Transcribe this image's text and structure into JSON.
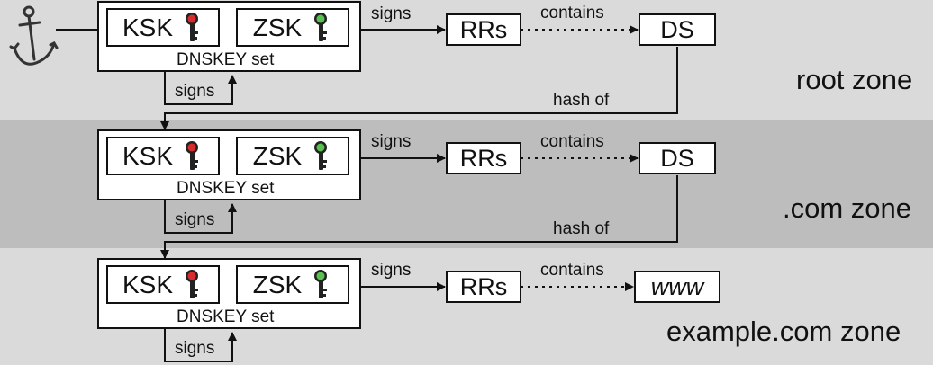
{
  "zones": [
    {
      "id": "root",
      "label": "root zone",
      "ksk_label": "KSK",
      "zsk_label": "ZSK",
      "set_label": "DNSKEY set",
      "signs_self_label": "signs",
      "signs_rrs_label": "signs",
      "rrs_label": "RRs",
      "contains_label": "contains",
      "target_label": "DS",
      "target_italic": false,
      "hash_label": "hash of"
    },
    {
      "id": "com",
      "label": ".com zone",
      "ksk_label": "KSK",
      "zsk_label": "ZSK",
      "set_label": "DNSKEY set",
      "signs_self_label": "signs",
      "signs_rrs_label": "signs",
      "rrs_label": "RRs",
      "contains_label": "contains",
      "target_label": "DS",
      "target_italic": false,
      "hash_label": "hash of"
    },
    {
      "id": "example",
      "label": "example.com zone",
      "ksk_label": "KSK",
      "zsk_label": "ZSK",
      "set_label": "DNSKEY set",
      "signs_self_label": "signs",
      "signs_rrs_label": "signs",
      "rrs_label": "RRs",
      "contains_label": "contains",
      "target_label": "www",
      "target_italic": true
    }
  ],
  "icons": {
    "trust_anchor": "anchor-icon",
    "key": "key-icon"
  },
  "colors": {
    "band_light": "#dadada",
    "band_dark": "#bdbdbd",
    "key_red": "#d92b2b",
    "key_green": "#58c24f",
    "line": "#111111"
  }
}
